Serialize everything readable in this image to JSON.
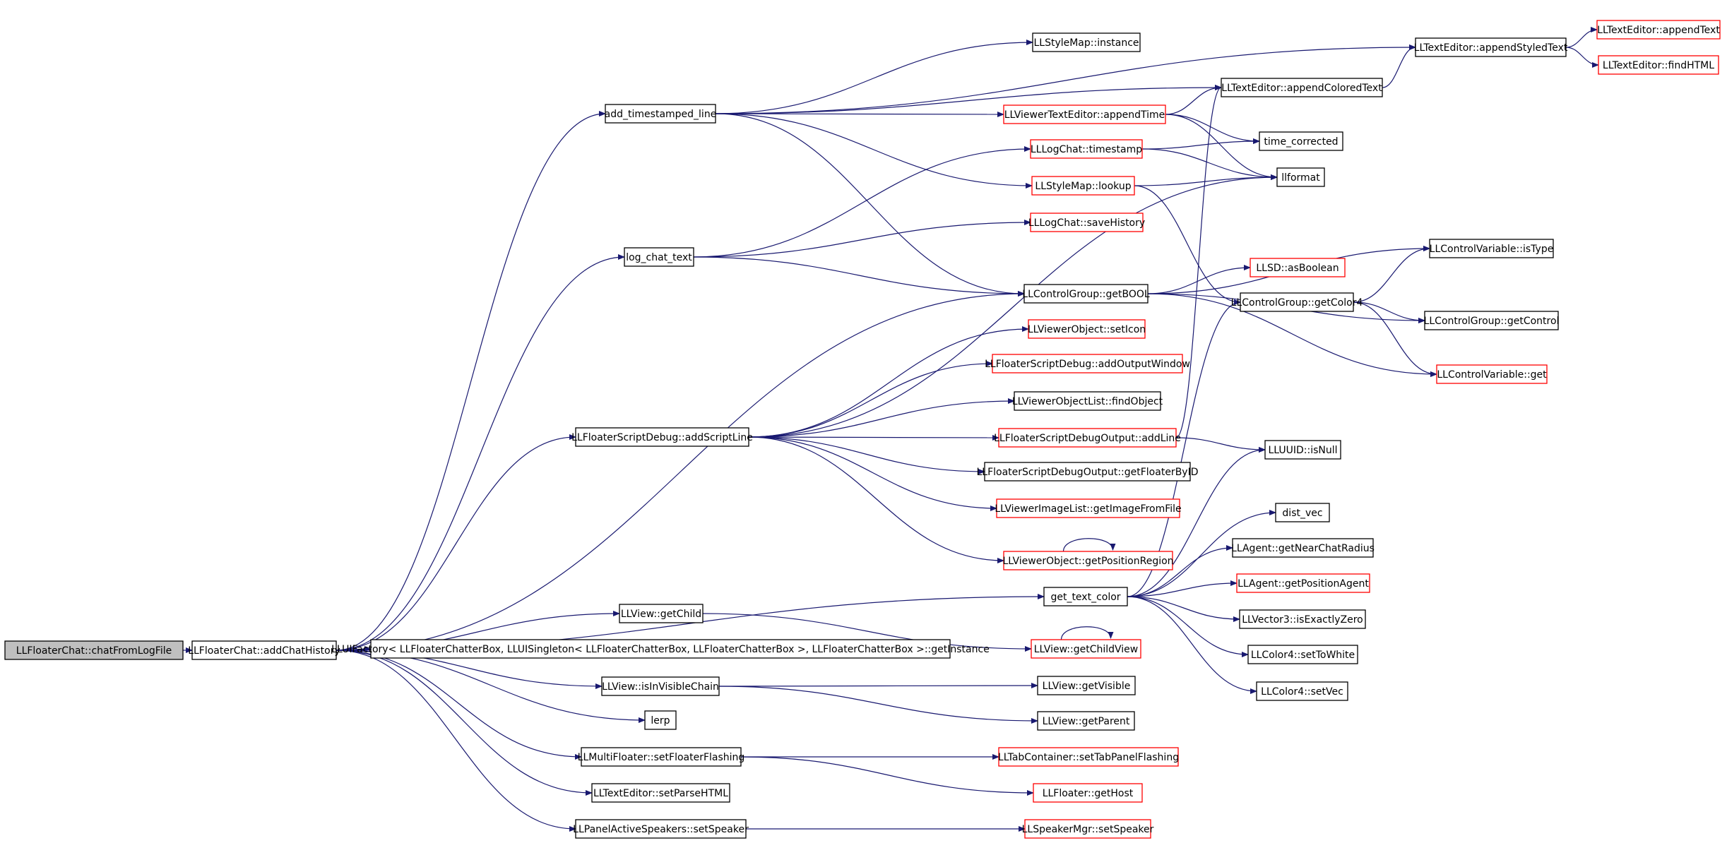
{
  "colors": {
    "edge": "#191970",
    "node_border": "#000000",
    "truncated_border": "#ff0000",
    "root_fill": "#bfbfbf",
    "node_fill": "#ffffff"
  },
  "nodes": [
    {
      "id": "chatFromLogFile",
      "label": "LLFloaterChat::chatFromLogFile",
      "kind": "root"
    },
    {
      "id": "addChatHistory",
      "label": "LLFloaterChat::addChatHistory",
      "kind": "normal"
    },
    {
      "id": "add_timestamped_line",
      "label": "add_timestamped_line",
      "kind": "normal"
    },
    {
      "id": "log_chat_text",
      "label": "log_chat_text",
      "kind": "normal"
    },
    {
      "id": "addScriptLine",
      "label": "LLFloaterScriptDebug::addScriptLine",
      "kind": "normal"
    },
    {
      "id": "getChild",
      "label": "LLView::getChild",
      "kind": "normal"
    },
    {
      "id": "getInstance",
      "label": "LLUIFactory< LLFloaterChatterBox, LLUISingleton< LLFloaterChatterBox, LLFloaterChatterBox >, LLFloaterChatterBox >::getInstance",
      "kind": "normal"
    },
    {
      "id": "isInVisibleChain",
      "label": "LLView::isInVisibleChain",
      "kind": "normal"
    },
    {
      "id": "lerp",
      "label": "lerp",
      "kind": "normal"
    },
    {
      "id": "setFloaterFlashing",
      "label": "LLMultiFloater::setFloaterFlashing",
      "kind": "normal"
    },
    {
      "id": "setParseHTML",
      "label": "LLTextEditor::setParseHTML",
      "kind": "normal"
    },
    {
      "id": "setSpeaker",
      "label": "LLPanelActiveSpeakers::setSpeaker",
      "kind": "normal"
    },
    {
      "id": "styleInstance",
      "label": "LLStyleMap::instance",
      "kind": "normal"
    },
    {
      "id": "appendTime",
      "label": "LLViewerTextEditor::appendTime",
      "kind": "truncated"
    },
    {
      "id": "timestamp",
      "label": "LLLogChat::timestamp",
      "kind": "truncated"
    },
    {
      "id": "lookup",
      "label": "LLStyleMap::lookup",
      "kind": "truncated"
    },
    {
      "id": "saveHistory",
      "label": "LLLogChat::saveHistory",
      "kind": "truncated"
    },
    {
      "id": "getBOOL",
      "label": "LLControlGroup::getBOOL",
      "kind": "normal"
    },
    {
      "id": "setIcon",
      "label": "LLViewerObject::setIcon",
      "kind": "truncated"
    },
    {
      "id": "addOutputWindow",
      "label": "LLFloaterScriptDebug::addOutputWindow",
      "kind": "truncated"
    },
    {
      "id": "findObject",
      "label": "LLViewerObjectList::findObject",
      "kind": "normal"
    },
    {
      "id": "addLine",
      "label": "LLFloaterScriptDebugOutput::addLine",
      "kind": "truncated"
    },
    {
      "id": "getFloaterByID",
      "label": "LLFloaterScriptDebugOutput::getFloaterByID",
      "kind": "normal"
    },
    {
      "id": "getImageFromFile",
      "label": "LLViewerImageList::getImageFromFile",
      "kind": "truncated"
    },
    {
      "id": "getPositionRegion",
      "label": "LLViewerObject::getPositionRegion",
      "kind": "truncated"
    },
    {
      "id": "get_text_color",
      "label": "get_text_color",
      "kind": "normal"
    },
    {
      "id": "getChildView",
      "label": "LLView::getChildView",
      "kind": "truncated"
    },
    {
      "id": "getVisible",
      "label": "LLView::getVisible",
      "kind": "normal"
    },
    {
      "id": "getParent",
      "label": "LLView::getParent",
      "kind": "normal"
    },
    {
      "id": "setTabPanelFlashing",
      "label": "LLTabContainer::setTabPanelFlashing",
      "kind": "truncated"
    },
    {
      "id": "getHost",
      "label": "LLFloater::getHost",
      "kind": "truncated"
    },
    {
      "id": "mgrSetSpeaker",
      "label": "LLSpeakerMgr::setSpeaker",
      "kind": "truncated"
    },
    {
      "id": "appendColoredText",
      "label": "LLTextEditor::appendColoredText",
      "kind": "normal"
    },
    {
      "id": "appendStyledText",
      "label": "LLTextEditor::appendStyledText",
      "kind": "normal"
    },
    {
      "id": "appendText",
      "label": "LLTextEditor::appendText",
      "kind": "truncated"
    },
    {
      "id": "findHTML",
      "label": "LLTextEditor::findHTML",
      "kind": "truncated"
    },
    {
      "id": "time_corrected",
      "label": "time_corrected",
      "kind": "normal"
    },
    {
      "id": "llformat",
      "label": "llformat",
      "kind": "normal"
    },
    {
      "id": "isType",
      "label": "LLControlVariable::isType",
      "kind": "normal"
    },
    {
      "id": "asBoolean",
      "label": "LLSD::asBoolean",
      "kind": "truncated"
    },
    {
      "id": "getColor4",
      "label": "LLControlGroup::getColor4",
      "kind": "normal"
    },
    {
      "id": "getControl",
      "label": "LLControlGroup::getControl",
      "kind": "normal"
    },
    {
      "id": "controlGet",
      "label": "LLControlVariable::get",
      "kind": "truncated"
    },
    {
      "id": "isNull",
      "label": "LLUUID::isNull",
      "kind": "normal"
    },
    {
      "id": "dist_vec",
      "label": "dist_vec",
      "kind": "normal"
    },
    {
      "id": "getNearChatRadius",
      "label": "LLAgent::getNearChatRadius",
      "kind": "normal"
    },
    {
      "id": "getPositionAgent",
      "label": "LLAgent::getPositionAgent",
      "kind": "truncated"
    },
    {
      "id": "isExactlyZero",
      "label": "LLVector3::isExactlyZero",
      "kind": "normal"
    },
    {
      "id": "setToWhite",
      "label": "LLColor4::setToWhite",
      "kind": "normal"
    },
    {
      "id": "setVec",
      "label": "LLColor4::setVec",
      "kind": "normal"
    }
  ],
  "edges": [
    [
      "chatFromLogFile",
      "addChatHistory"
    ],
    [
      "addChatHistory",
      "add_timestamped_line"
    ],
    [
      "addChatHistory",
      "log_chat_text"
    ],
    [
      "addChatHistory",
      "getBOOL"
    ],
    [
      "addChatHistory",
      "addScriptLine"
    ],
    [
      "addChatHistory",
      "get_text_color"
    ],
    [
      "addChatHistory",
      "getChild"
    ],
    [
      "addChatHistory",
      "getInstance"
    ],
    [
      "addChatHistory",
      "isInVisibleChain"
    ],
    [
      "addChatHistory",
      "lerp"
    ],
    [
      "addChatHistory",
      "setFloaterFlashing"
    ],
    [
      "addChatHistory",
      "setParseHTML"
    ],
    [
      "addChatHistory",
      "setSpeaker"
    ],
    [
      "add_timestamped_line",
      "appendStyledText"
    ],
    [
      "add_timestamped_line",
      "styleInstance"
    ],
    [
      "add_timestamped_line",
      "appendColoredText"
    ],
    [
      "add_timestamped_line",
      "appendTime"
    ],
    [
      "add_timestamped_line",
      "lookup"
    ],
    [
      "add_timestamped_line",
      "getBOOL"
    ],
    [
      "log_chat_text",
      "timestamp"
    ],
    [
      "log_chat_text",
      "saveHistory"
    ],
    [
      "log_chat_text",
      "getBOOL"
    ],
    [
      "addScriptLine",
      "llformat"
    ],
    [
      "addScriptLine",
      "setIcon"
    ],
    [
      "addScriptLine",
      "addOutputWindow"
    ],
    [
      "addScriptLine",
      "findObject"
    ],
    [
      "addScriptLine",
      "addLine"
    ],
    [
      "addScriptLine",
      "getFloaterByID"
    ],
    [
      "addScriptLine",
      "getImageFromFile"
    ],
    [
      "addScriptLine",
      "getPositionRegion"
    ],
    [
      "getChild",
      "getChildView"
    ],
    [
      "isInVisibleChain",
      "getVisible"
    ],
    [
      "isInVisibleChain",
      "getParent"
    ],
    [
      "setFloaterFlashing",
      "setTabPanelFlashing"
    ],
    [
      "setFloaterFlashing",
      "getHost"
    ],
    [
      "setSpeaker",
      "mgrSetSpeaker"
    ],
    [
      "appendTime",
      "appendColoredText"
    ],
    [
      "appendTime",
      "time_corrected"
    ],
    [
      "appendTime",
      "llformat"
    ],
    [
      "timestamp",
      "time_corrected"
    ],
    [
      "timestamp",
      "llformat"
    ],
    [
      "lookup",
      "llformat"
    ],
    [
      "lookup",
      "getColor4"
    ],
    [
      "getBOOL",
      "isType"
    ],
    [
      "getBOOL",
      "asBoolean"
    ],
    [
      "getBOOL",
      "getControl"
    ],
    [
      "getBOOL",
      "controlGet"
    ],
    [
      "addLine",
      "appendColoredText"
    ],
    [
      "addLine",
      "isNull"
    ],
    [
      "getPositionRegion",
      "getPositionRegion"
    ],
    [
      "getChildView",
      "getChildView"
    ],
    [
      "get_text_color",
      "getColor4"
    ],
    [
      "get_text_color",
      "isNull"
    ],
    [
      "get_text_color",
      "dist_vec"
    ],
    [
      "get_text_color",
      "getNearChatRadius"
    ],
    [
      "get_text_color",
      "getPositionAgent"
    ],
    [
      "get_text_color",
      "isExactlyZero"
    ],
    [
      "get_text_color",
      "setToWhite"
    ],
    [
      "get_text_color",
      "setVec"
    ],
    [
      "getColor4",
      "isType"
    ],
    [
      "getColor4",
      "getControl"
    ],
    [
      "getColor4",
      "controlGet"
    ],
    [
      "appendColoredText",
      "appendStyledText"
    ],
    [
      "appendStyledText",
      "appendText"
    ],
    [
      "appendStyledText",
      "findHTML"
    ]
  ]
}
